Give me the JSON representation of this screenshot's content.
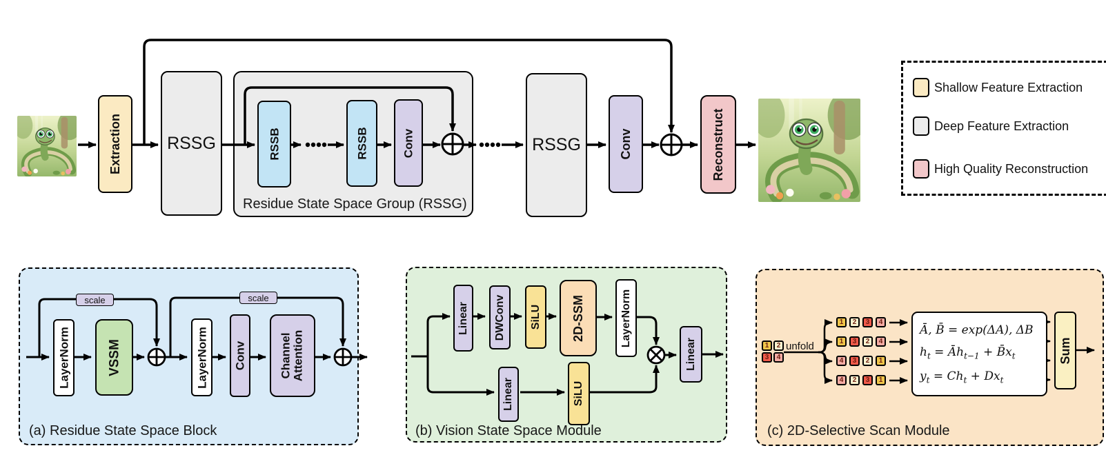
{
  "colors": {
    "shallow_yellow": "#FBEAC2",
    "deep_gray": "#ECECEC",
    "recon_pink": "#F2C7C9",
    "rssb_blue": "#C2E4F5",
    "conv_purple": "#D6D0E9",
    "vssm_green": "#C5E3B2",
    "silu_yellow": "#F9E296",
    "ssm_peach": "#FBDDB6",
    "sum_cream": "#FAF0C2",
    "panel_a_bg": "#D9EBF8",
    "panel_b_bg": "#DFF0DB",
    "panel_c_bg": "#FBE4C6",
    "white": "#FFFFFF"
  },
  "top_row": {
    "extraction": "Extraction",
    "rssg_1": "RSSG",
    "group_caption": "Residue State Space Group (RSSG)",
    "rssb_1": "RSSB",
    "rssb_2": "RSSB",
    "conv_group": "Conv",
    "rssg_2": "RSSG",
    "conv_out": "Conv",
    "reconstruct": "Reconstruct"
  },
  "legend": {
    "items": [
      {
        "label": "Shallow Feature Extraction",
        "color": "#FBEAC2"
      },
      {
        "label": "Deep Feature Extraction",
        "color": "#ECECEC"
      },
      {
        "label": "High Quality Reconstruction",
        "color": "#F2C7C9"
      }
    ]
  },
  "panel_a": {
    "caption": "(a) Residue State Space Block",
    "layernorm_1": "LayerNorm",
    "vssm": "VSSM",
    "scale_1": "scale",
    "layernorm_2": "LayerNorm",
    "conv": "Conv",
    "channel_attention": "Channel Attention",
    "scale_2": "scale"
  },
  "panel_b": {
    "caption": "(b) Vision State Space Module",
    "linear_top": "Linear",
    "dwconv": "DWConv",
    "silu_top": "SiLU",
    "ssm_2d": "2D-SSM",
    "layernorm": "LayerNorm",
    "linear_bottom": "Linear",
    "silu_bottom": "SiLU",
    "linear_out": "Linear"
  },
  "panel_c": {
    "caption": "(c) 2D-Selective Scan Module",
    "unfold_label": "unfold",
    "sum_label": "Sum",
    "grid_cells": [
      {
        "n": "1",
        "color": "#F0C64A"
      },
      {
        "n": "2",
        "color": "#FBF3D0"
      },
      {
        "n": "3",
        "color": "#EF5A4A"
      },
      {
        "n": "4",
        "color": "#F4ACA4"
      }
    ],
    "scan_rows": [
      {
        "cells": [
          {
            "n": "1",
            "color": "#F0C64A"
          },
          {
            "n": "2",
            "color": "#FBF3D0"
          },
          {
            "n": "3",
            "color": "#EF5A4A"
          },
          {
            "n": "4",
            "color": "#F4ACA4"
          }
        ]
      },
      {
        "cells": [
          {
            "n": "1",
            "color": "#F0C64A"
          },
          {
            "n": "3",
            "color": "#EF5A4A"
          },
          {
            "n": "2",
            "color": "#FBF3D0"
          },
          {
            "n": "4",
            "color": "#F4ACA4"
          }
        ]
      },
      {
        "cells": [
          {
            "n": "4",
            "color": "#F4ACA4"
          },
          {
            "n": "3",
            "color": "#EF5A4A"
          },
          {
            "n": "2",
            "color": "#FBF3D0"
          },
          {
            "n": "1",
            "color": "#F0C64A"
          }
        ]
      },
      {
        "cells": [
          {
            "n": "4",
            "color": "#F4ACA4"
          },
          {
            "n": "2",
            "color": "#FBF3D0"
          },
          {
            "n": "3",
            "color": "#EF5A4A"
          },
          {
            "n": "1",
            "color": "#F0C64A"
          }
        ]
      }
    ],
    "equations": [
      {
        "segs": [
          {
            "t": "Ā, B̄ = exp(ΔA), ΔB"
          }
        ]
      },
      {
        "segs": [
          {
            "t": "h"
          },
          {
            "s": "t"
          },
          {
            "t": " = Āh"
          },
          {
            "s": "t−1"
          },
          {
            "t": " + B̄x"
          },
          {
            "s": "t"
          }
        ]
      },
      {
        "segs": [
          {
            "t": "y"
          },
          {
            "s": "t"
          },
          {
            "t": " = Ch"
          },
          {
            "s": "t"
          },
          {
            "t": " + Dx"
          },
          {
            "s": "t"
          }
        ]
      }
    ]
  }
}
